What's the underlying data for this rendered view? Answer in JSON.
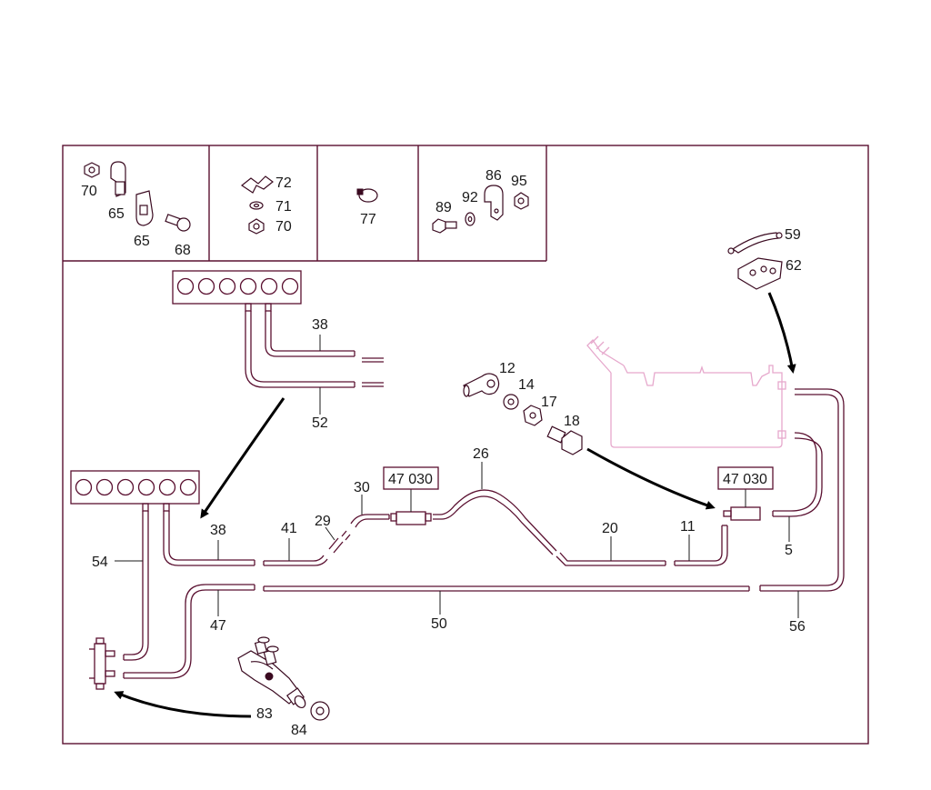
{
  "colors": {
    "line": "#5a1030",
    "tank": "#e6a8cc",
    "text": "#1a1a1a"
  },
  "labels": {
    "p70a": "70",
    "p65a": "65",
    "p65b": "65",
    "p68": "68",
    "p72": "72",
    "p71": "71",
    "p70b": "70",
    "p77": "77",
    "p86": "86",
    "p95": "95",
    "p89": "89",
    "p92": "92",
    "p59": "59",
    "p62": "62",
    "p38a": "38",
    "p52": "52",
    "p12": "12",
    "p14": "14",
    "p17": "17",
    "p18": "18",
    "p26": "26",
    "p30": "30",
    "p29": "29",
    "p41": "41",
    "p38b": "38",
    "p20": "20",
    "p11": "11",
    "p5": "5",
    "p54": "54",
    "p47": "47",
    "p50": "50",
    "p56": "56",
    "p83": "83",
    "p84": "84"
  },
  "boxes": {
    "filter_left": "47 030",
    "filter_right": "47 030"
  }
}
